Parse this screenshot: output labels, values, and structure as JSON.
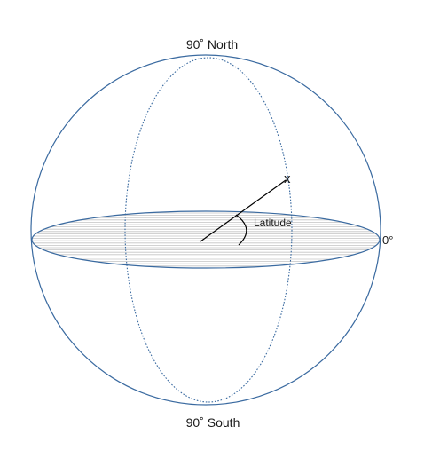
{
  "labels": {
    "north": "90˚ North",
    "south": "90˚ South",
    "equator": "0°",
    "angle": "Latitude",
    "point": "x"
  },
  "colors": {
    "outline": "#3a6aa0",
    "hatch": "#c4c4c4",
    "line": "#000000",
    "text": "#1a1a1a"
  }
}
